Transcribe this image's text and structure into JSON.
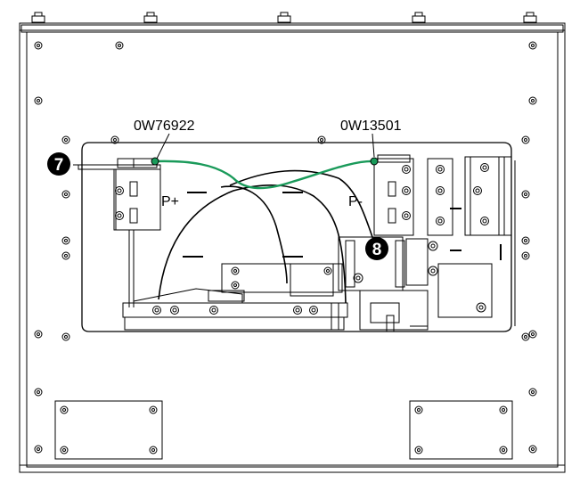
{
  "labels": {
    "part_left": "0W76922",
    "part_right": "0W13501",
    "terminal_positive": "P+",
    "terminal_negative": "P-"
  },
  "callouts": [
    {
      "number": "7"
    },
    {
      "number": "8"
    }
  ],
  "colors": {
    "line": "#000000",
    "ground_wire": "#1a9a5a",
    "background": "#ffffff",
    "callout_fill": "#000000"
  }
}
